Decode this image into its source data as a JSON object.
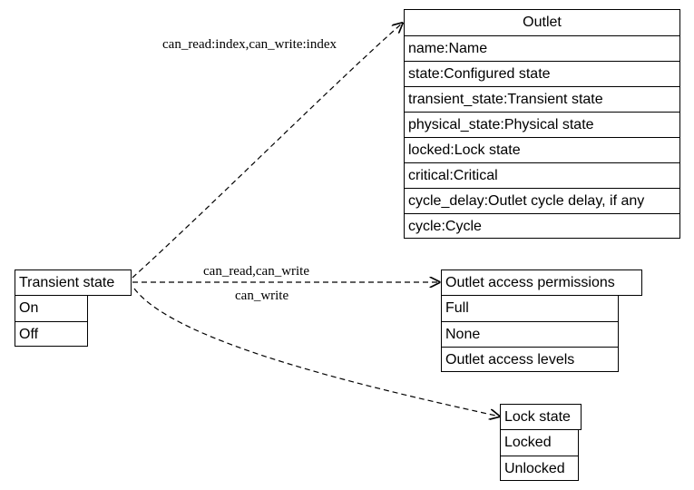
{
  "outlet": {
    "title": "Outlet",
    "fields": [
      "name:Name",
      "state:Configured state",
      "transient_state:Transient state",
      "physical_state:Physical state",
      "locked:Lock state",
      "critical:Critical",
      "cycle_delay:Outlet cycle delay, if any",
      "cycle:Cycle"
    ]
  },
  "transient_state": {
    "title": "Transient state",
    "values": [
      "On",
      "Off"
    ]
  },
  "permissions": {
    "title": "Outlet access permissions",
    "values": [
      "Full",
      "None",
      "Outlet access levels"
    ]
  },
  "lock_state": {
    "title": "Lock state",
    "values": [
      "Locked",
      "Unlocked"
    ]
  },
  "edges": {
    "to_outlet": "can_read:index,can_write:index",
    "to_permissions": "can_read,can_write",
    "to_lock_state": "can_write"
  }
}
